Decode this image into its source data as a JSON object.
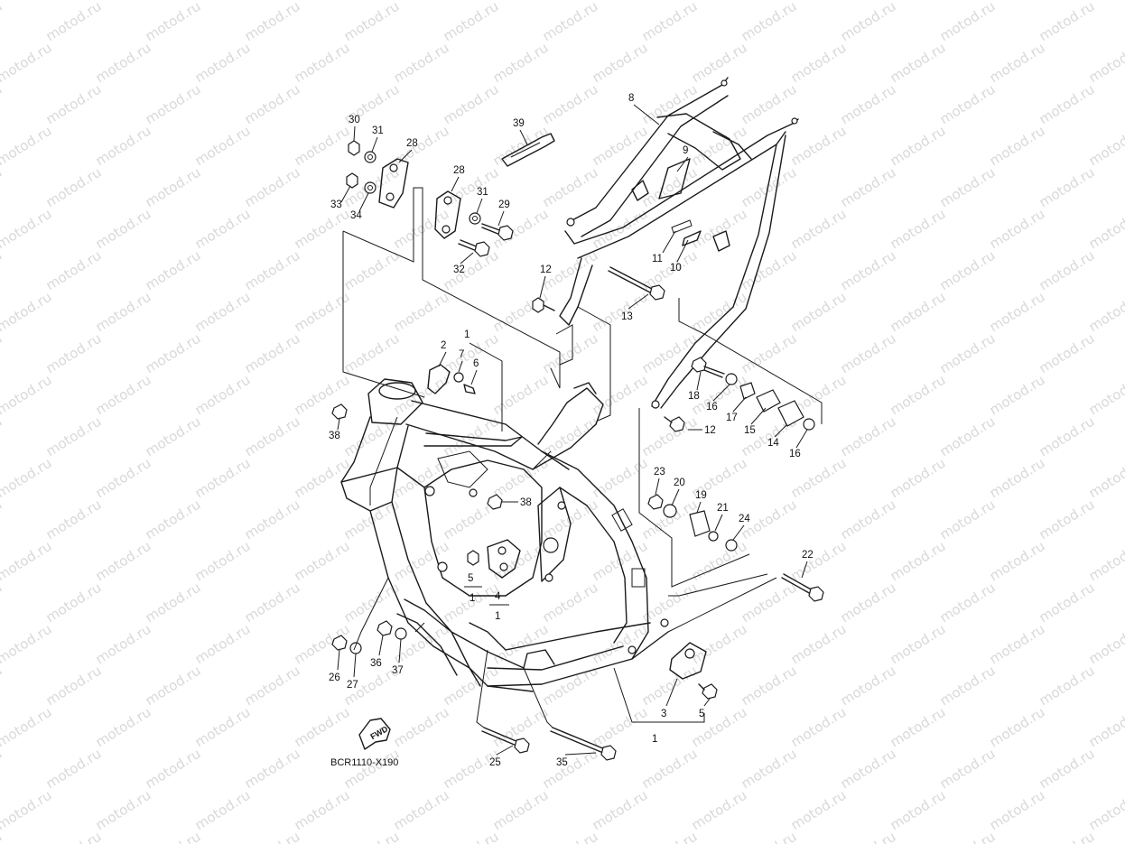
{
  "diagram": {
    "code": "BCR1110-X190",
    "fwd_label": "FWD",
    "watermark_text": "motod.ru",
    "colors": {
      "line": "#1a1a1a",
      "watermark": "#d9d9d9",
      "background": "#ffffff"
    },
    "callouts": [
      {
        "id": "c30",
        "label": "30"
      },
      {
        "id": "c31a",
        "label": "31"
      },
      {
        "id": "c28a",
        "label": "28"
      },
      {
        "id": "c33",
        "label": "33"
      },
      {
        "id": "c34",
        "label": "34"
      },
      {
        "id": "c39",
        "label": "39"
      },
      {
        "id": "c28b",
        "label": "28"
      },
      {
        "id": "c31b",
        "label": "31"
      },
      {
        "id": "c29",
        "label": "29"
      },
      {
        "id": "c32",
        "label": "32"
      },
      {
        "id": "c8",
        "label": "8"
      },
      {
        "id": "c9",
        "label": "9"
      },
      {
        "id": "c11",
        "label": "11"
      },
      {
        "id": "c10",
        "label": "10"
      },
      {
        "id": "c12a",
        "label": "12"
      },
      {
        "id": "c13",
        "label": "13"
      },
      {
        "id": "c1a",
        "label": "1"
      },
      {
        "id": "c2",
        "label": "2"
      },
      {
        "id": "c7",
        "label": "7"
      },
      {
        "id": "c6",
        "label": "6"
      },
      {
        "id": "c18",
        "label": "18"
      },
      {
        "id": "c16a",
        "label": "16"
      },
      {
        "id": "c17",
        "label": "17"
      },
      {
        "id": "c15",
        "label": "15"
      },
      {
        "id": "c14",
        "label": "14"
      },
      {
        "id": "c16b",
        "label": "16"
      },
      {
        "id": "c12b",
        "label": "12"
      },
      {
        "id": "c38a",
        "label": "38"
      },
      {
        "id": "c38b",
        "label": "38"
      },
      {
        "id": "c23",
        "label": "23"
      },
      {
        "id": "c20",
        "label": "20"
      },
      {
        "id": "c19",
        "label": "19"
      },
      {
        "id": "c21",
        "label": "21"
      },
      {
        "id": "c24",
        "label": "24"
      },
      {
        "id": "c22",
        "label": "22"
      },
      {
        "id": "c5a",
        "label": "5"
      },
      {
        "id": "c1b",
        "label": "1"
      },
      {
        "id": "c4",
        "label": "4"
      },
      {
        "id": "c1c",
        "label": "1"
      },
      {
        "id": "c26",
        "label": "26"
      },
      {
        "id": "c27",
        "label": "27"
      },
      {
        "id": "c36",
        "label": "36"
      },
      {
        "id": "c37",
        "label": "37"
      },
      {
        "id": "c3",
        "label": "3"
      },
      {
        "id": "c5b",
        "label": "5"
      },
      {
        "id": "c1d",
        "label": "1"
      },
      {
        "id": "c25",
        "label": "25"
      },
      {
        "id": "c35",
        "label": "35"
      }
    ]
  }
}
